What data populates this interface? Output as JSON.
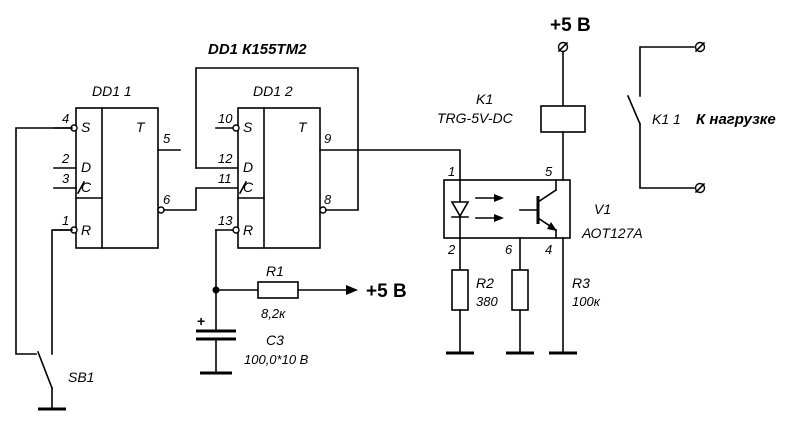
{
  "title": "DD1 К155ТМ2",
  "dd1_1": {
    "name": "DD1 1",
    "func": "T",
    "inputs": [
      "S",
      "D",
      "C",
      "R"
    ],
    "pins": [
      "4",
      "2",
      "3",
      "1",
      "5",
      "6"
    ]
  },
  "dd1_2": {
    "name": "DD1 2",
    "func": "T",
    "inputs": [
      "S",
      "D",
      "C",
      "R"
    ],
    "pins": [
      "10",
      "12",
      "11",
      "13",
      "9",
      "8"
    ]
  },
  "r1": {
    "name": "R1",
    "value": "8,2к"
  },
  "c3": {
    "name": "C3",
    "value": "100,0*10 В"
  },
  "sb1": {
    "name": "SB1"
  },
  "k1": {
    "name": "K1",
    "type": "TRG-5V-DC",
    "contact": "K1 1",
    "load": "К нагрузке"
  },
  "v1": {
    "name": "V1",
    "type": "АОТ127А",
    "pins": [
      "1",
      "2",
      "5",
      "6",
      "4"
    ]
  },
  "r2": {
    "name": "R2",
    "value": "380"
  },
  "r3": {
    "name": "R3",
    "value": "100к"
  },
  "supply_top": "+5 В",
  "supply_r1": "+5 В"
}
